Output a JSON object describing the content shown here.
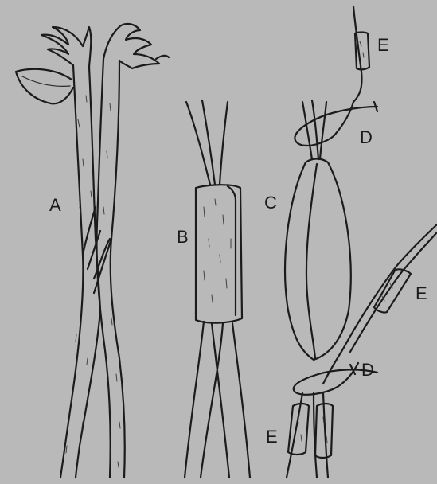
{
  "labels": {
    "a": "A",
    "b": "B",
    "c": "C",
    "d_top": "D",
    "d_bottom": "D",
    "e_top": "E",
    "e_right": "E",
    "e_bottom": "E"
  }
}
